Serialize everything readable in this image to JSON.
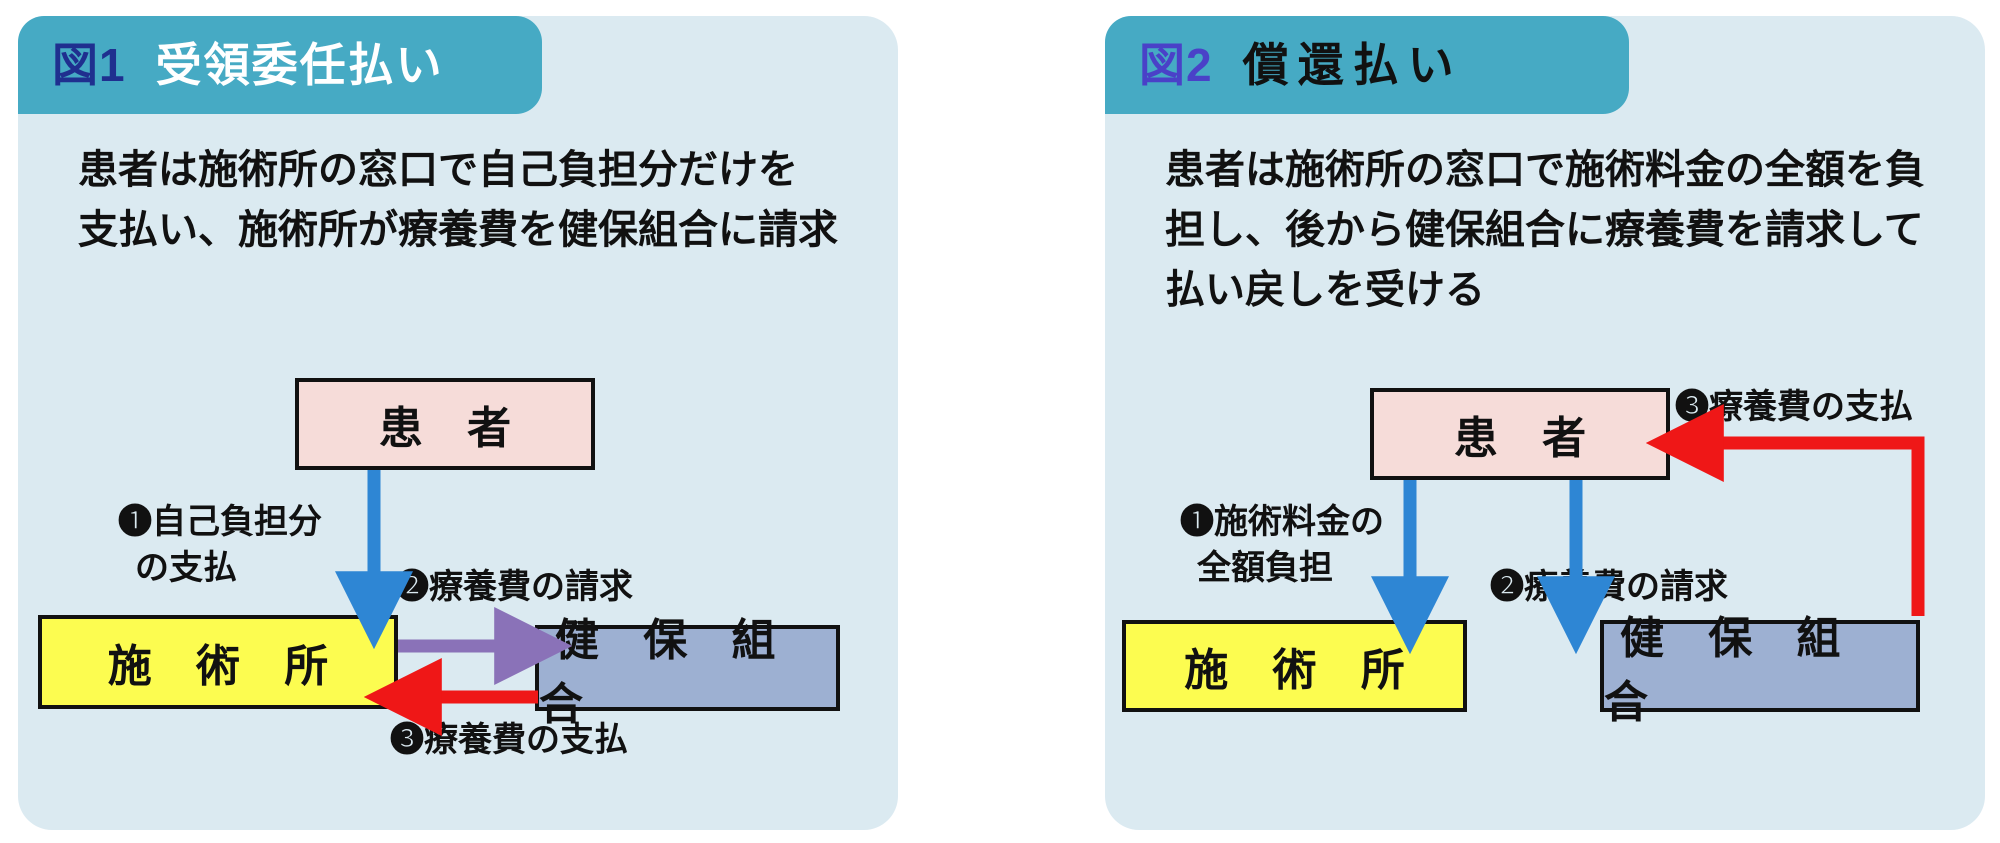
{
  "panels": [
    {
      "id": "fig1",
      "title_fig": "図1",
      "title_main": "受領委任払い",
      "title_fig_color": "#1f2f8f",
      "title_main_color": "#ffffff",
      "ribbon_color": "#46aac4",
      "panel_color": "#dbeaf1",
      "body": "患者は施術所の窓口で自己負担分だけを\n支払い、施術所が療養費を健保組合に請求",
      "boxes": [
        {
          "name": "patient",
          "label": "患 者",
          "fill": "#f6dcd9"
        },
        {
          "name": "clinic",
          "label": "施 術 所",
          "fill": "#fcfc50"
        },
        {
          "name": "insurer",
          "label": "健 保 組 合",
          "fill": "#9db0d2"
        }
      ],
      "flows": [
        {
          "num": "❶",
          "label": "❶自己負担分\n  の支払",
          "color": "#2e86d4",
          "from": "patient",
          "to": "clinic"
        },
        {
          "num": "❷",
          "label": "❷療養費の請求",
          "color": "#8a72b8",
          "from": "clinic",
          "to": "insurer"
        },
        {
          "num": "❸",
          "label": "❸療養費の支払",
          "color": "#ef1717",
          "from": "insurer",
          "to": "clinic"
        }
      ]
    },
    {
      "id": "fig2",
      "title_fig": "図2",
      "title_main": "償還払い",
      "title_fig_color": "#4a41c8",
      "title_main_color": "#111111",
      "ribbon_color": "#46aac4",
      "panel_color": "#dbeaf1",
      "body": "患者は施術所の窓口で施術料金の全額を負\n担し、後から健保組合に療養費を請求して\n払い戻しを受ける",
      "boxes": [
        {
          "name": "patient",
          "label": "患 者",
          "fill": "#f6dcd9"
        },
        {
          "name": "clinic",
          "label": "施 術 所",
          "fill": "#fcfc50"
        },
        {
          "name": "insurer",
          "label": "健 保 組 合",
          "fill": "#9db0d2"
        }
      ],
      "flows": [
        {
          "num": "❶",
          "label": "❶施術料金の\n  全額負担",
          "color": "#2e86d4",
          "from": "patient",
          "to": "clinic"
        },
        {
          "num": "❷",
          "label": "❷療養費の請求",
          "color": "#2e86d4",
          "from": "patient",
          "to": "insurer"
        },
        {
          "num": "❸",
          "label": "❸療養費の支払",
          "color": "#ef1717",
          "from": "insurer",
          "to": "patient"
        }
      ]
    }
  ],
  "colors": {
    "arrow_blue": "#2e86d4",
    "arrow_purple": "#8a72b8",
    "arrow_red": "#ef1717",
    "ribbon_teal": "#46aac4",
    "panel_bg": "#dbeaf1",
    "box_patient": "#f6dcd9",
    "box_clinic": "#fcfc50",
    "box_insurer": "#9db0d2"
  }
}
